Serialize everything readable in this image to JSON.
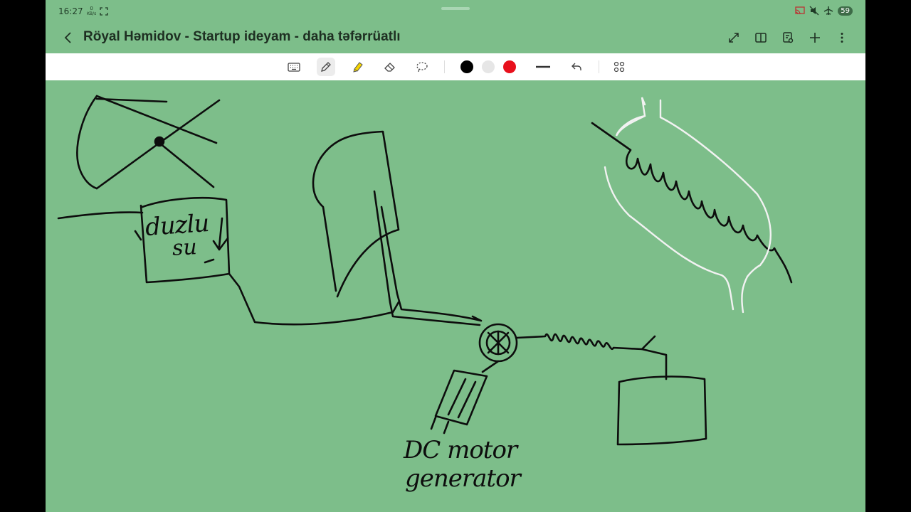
{
  "status_bar": {
    "time": "16:27",
    "net_value": "0",
    "net_unit": "KB/s",
    "battery": "59",
    "icons": [
      "fullscreen-icon",
      "cast-icon",
      "mute-icon",
      "airplane-icon"
    ]
  },
  "title_bar": {
    "title": "Röyal Həmidov - Startup ideyam - daha təfərrüatlı",
    "actions": [
      "expand-icon",
      "book-view-icon",
      "share-icon",
      "add-icon",
      "more-icon"
    ]
  },
  "toolbar": {
    "tools": [
      "keyboard-icon",
      "pen-icon",
      "highlighter-icon",
      "eraser-icon",
      "lasso-icon",
      "line-style-icon",
      "undo-icon",
      "grid-menu-icon"
    ],
    "active_tool": "pen",
    "colors": [
      "#000000",
      "#e6e6e6",
      "#e8101c"
    ],
    "highlighter_color": "#f5d400"
  },
  "canvas": {
    "background": "#7dbe8a",
    "ink_color": "#0d0d0d",
    "white_ink_color": "#f2f2f2",
    "labels": {
      "duzlu": "duzlu",
      "su": "su",
      "dc_motor": "DC motor",
      "generator": "generator"
    }
  }
}
